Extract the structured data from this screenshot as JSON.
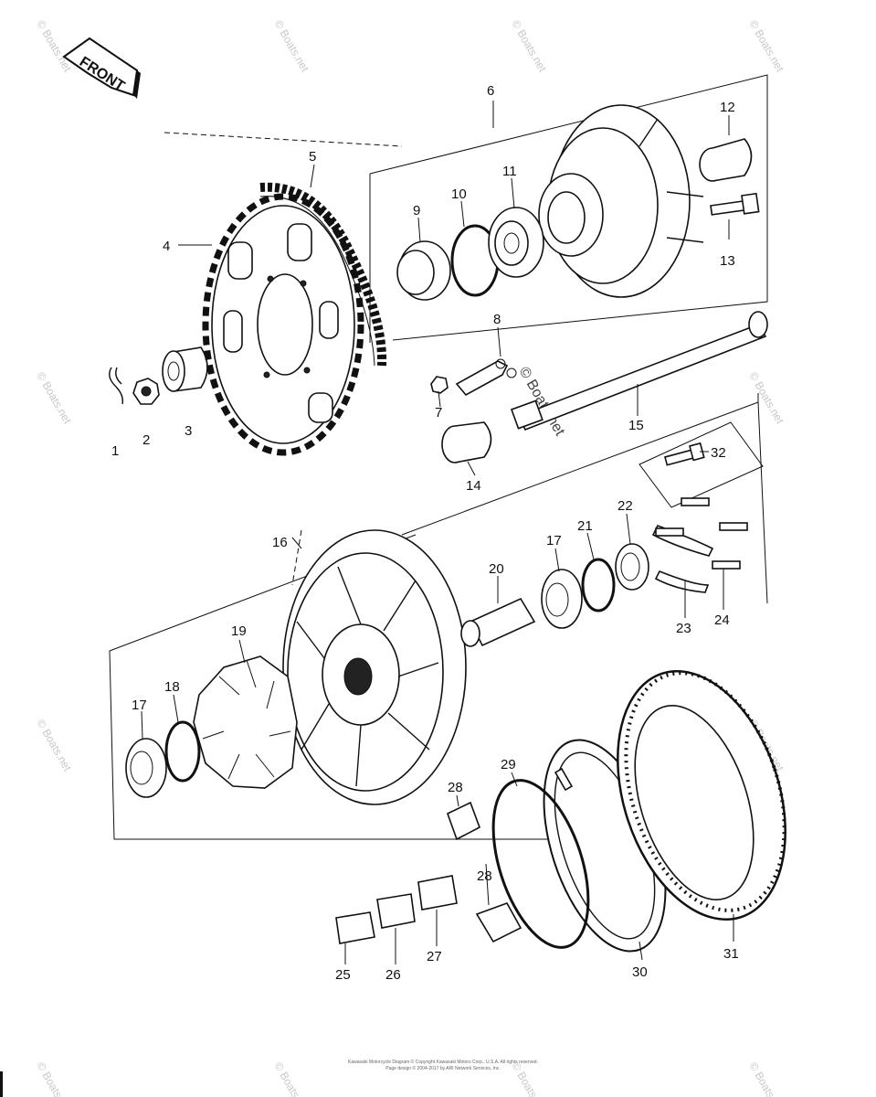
{
  "front_label": "FRONT",
  "watermark": "© Boats.net",
  "center_watermark": "© Boats.net",
  "callouts": {
    "c1": "1",
    "c2": "2",
    "c3": "3",
    "c4": "4",
    "c5": "5",
    "c6": "6",
    "c7": "7",
    "c8": "8",
    "c9": "9",
    "c10": "10",
    "c11": "11",
    "c12": "12",
    "c13": "13",
    "c14": "14",
    "c15": "15",
    "c16": "16",
    "c17a": "17",
    "c17b": "17",
    "c18": "18",
    "c19": "19",
    "c20": "20",
    "c21": "21",
    "c22": "22",
    "c23": "23",
    "c24": "24",
    "c25": "25",
    "c26": "26",
    "c27": "27",
    "c28a": "28",
    "c28b": "28",
    "c29": "29",
    "c30": "30",
    "c31": "31",
    "c32": "32"
  },
  "footer_line1": "Kawasaki Motorcycle Diagram © Copyright Kawasaki Motors Corp., U.S.A. All rights reserved.",
  "footer_line2": "Page design © 2004-2017 by ARI Network Services, Inc."
}
